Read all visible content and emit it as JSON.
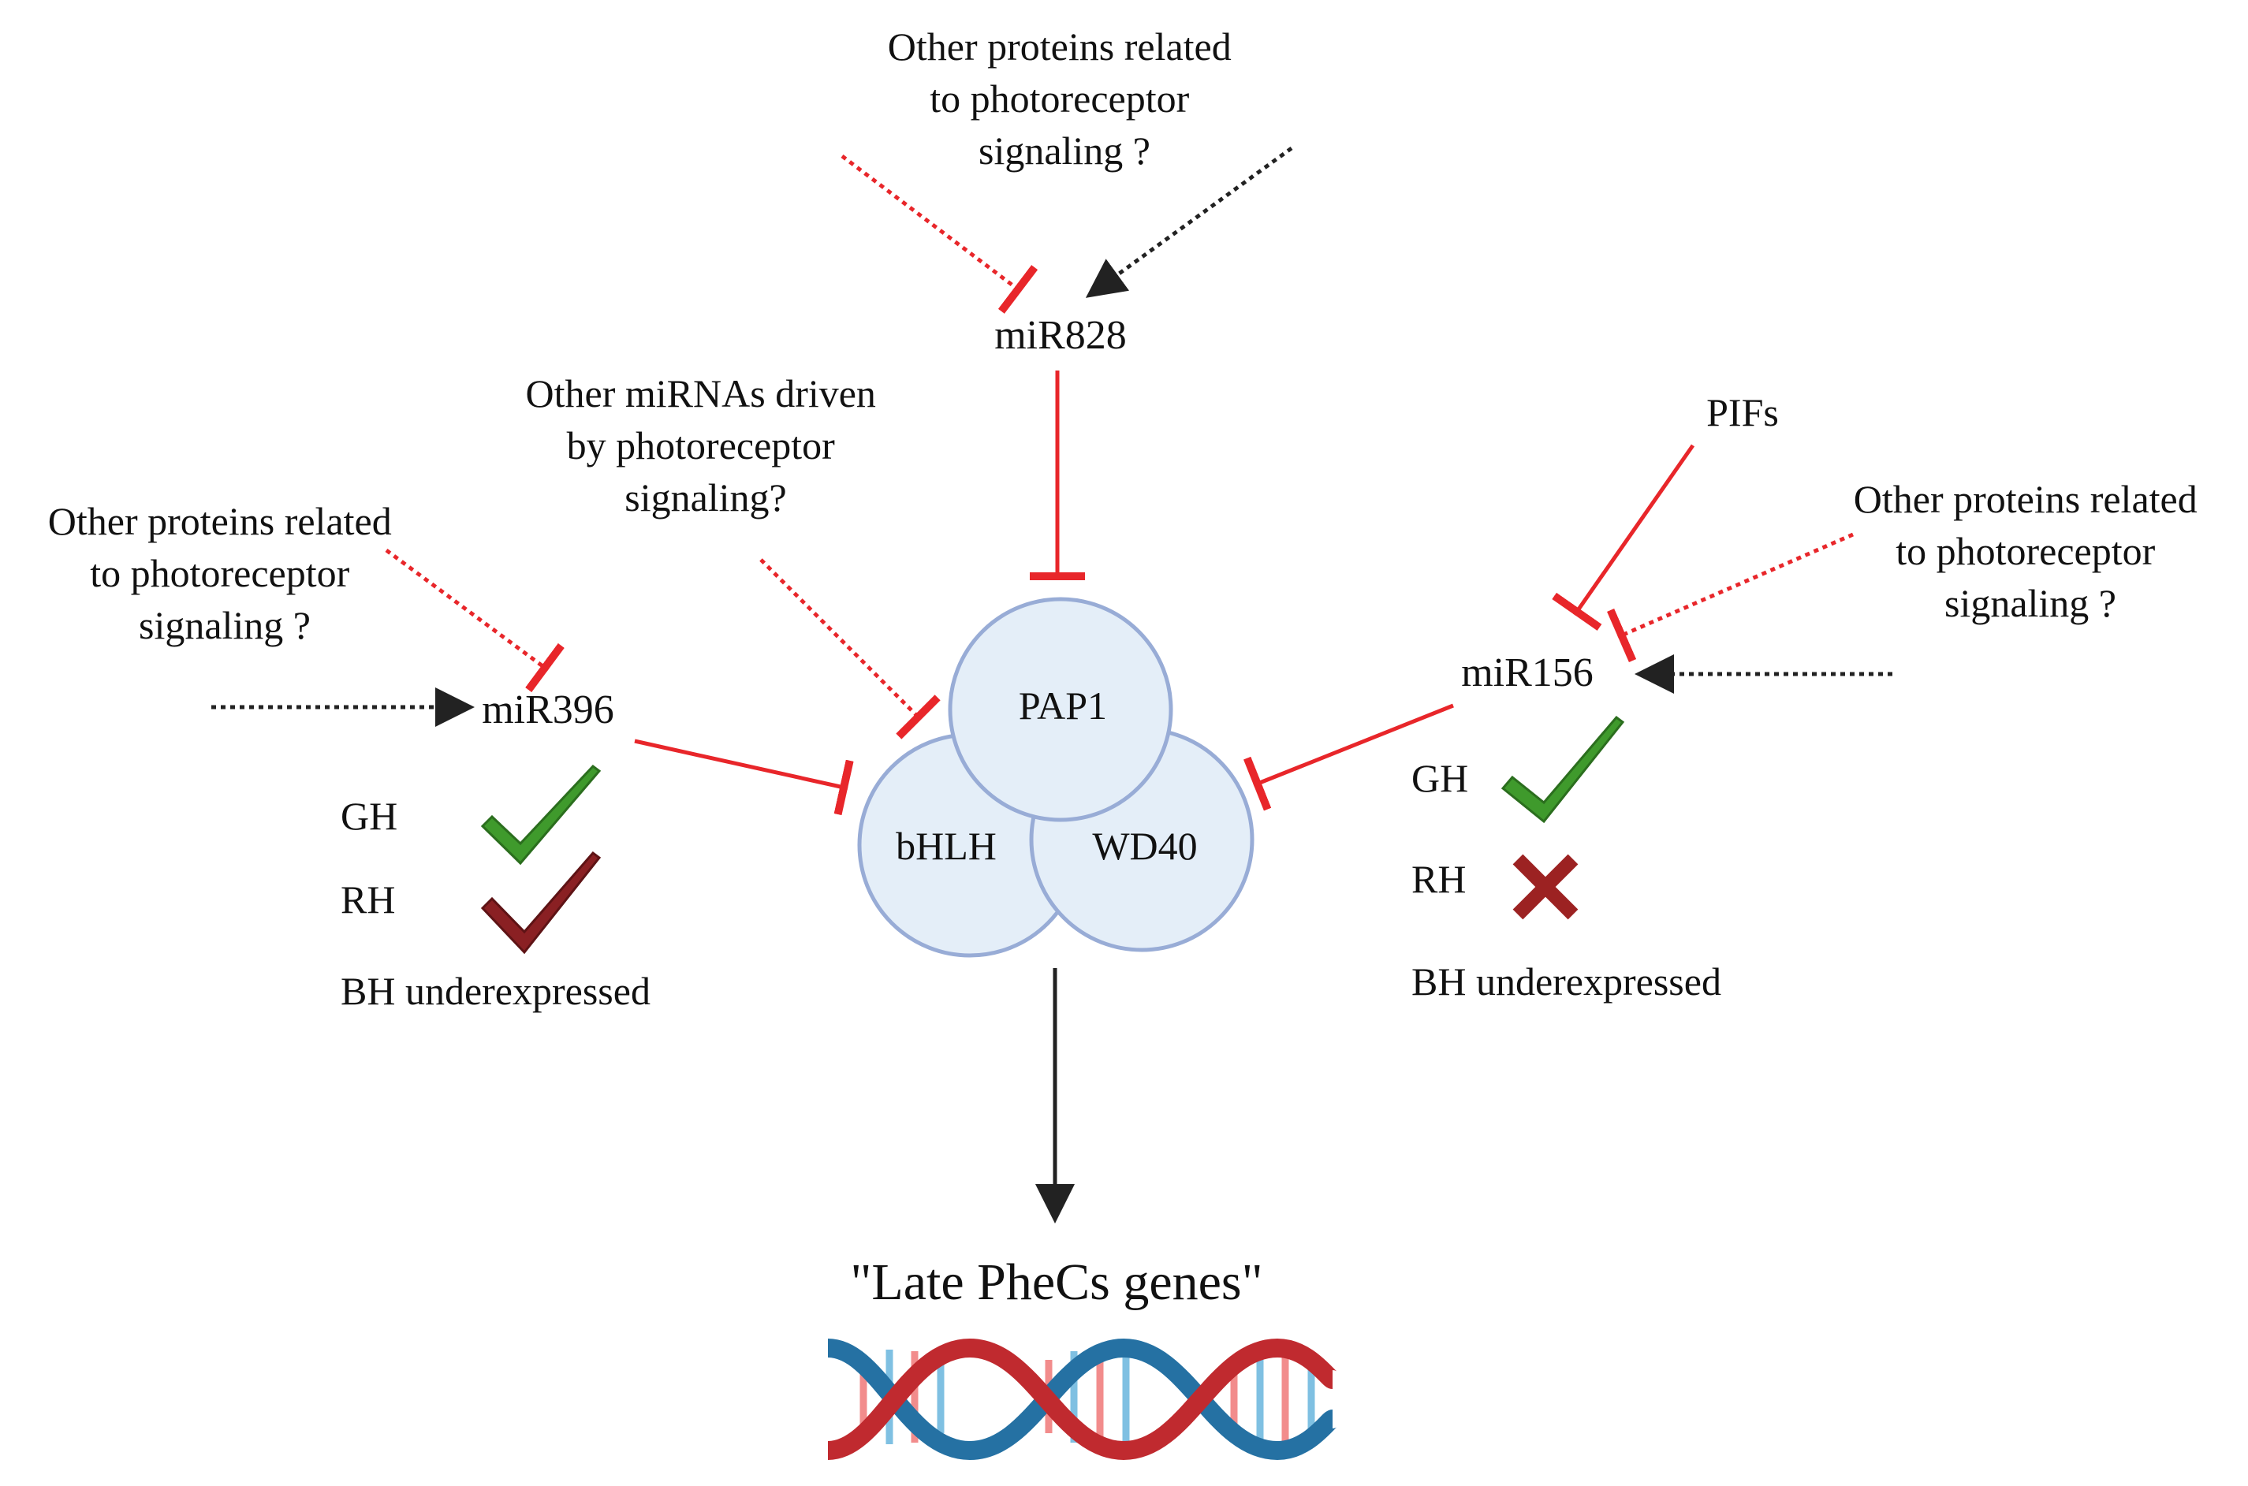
{
  "diagram": {
    "top_protein_label": [
      "Other proteins related",
      "to photoreceptor",
      "signaling ?"
    ],
    "left_protein_label": [
      "Other proteins related",
      "to photoreceptor",
      "signaling ?"
    ],
    "right_protein_label": [
      "Other proteins related",
      "to photoreceptor",
      "signaling ?"
    ],
    "mirna_label": [
      "Other miRNAs driven",
      "by photoreceptor",
      "signaling?"
    ],
    "pifs": "PIFs",
    "mir828": "miR828",
    "mir396": "miR396",
    "mir156": "miR156",
    "complex": {
      "top": "PAP1",
      "left": "bHLH",
      "right": "WD40"
    },
    "left_panel": {
      "gh": "GH",
      "rh": "RH",
      "bh": "BH underexpressed"
    },
    "right_panel": {
      "gh": "GH",
      "rh": "RH",
      "bh": "BH underexpressed"
    },
    "output": "\"Late PheCs genes\"",
    "marks": {
      "left_gh": "check-green",
      "left_rh": "check-darkred",
      "right_gh": "check-green",
      "right_rh": "cross-darkred"
    }
  },
  "colors": {
    "inhibition": "#e8262a",
    "activation": "#222222",
    "circle_fill": "#e4eef8",
    "circle_stroke": "#98acd6",
    "check_green": "#3f9a2c",
    "check_darkred": "#8a2023",
    "cross": "#9c2222",
    "dna_red": "#c02a2f",
    "dna_blue": "#2571a3",
    "dna_pink": "#f28c8c",
    "dna_lightblue": "#7fc0e2"
  }
}
